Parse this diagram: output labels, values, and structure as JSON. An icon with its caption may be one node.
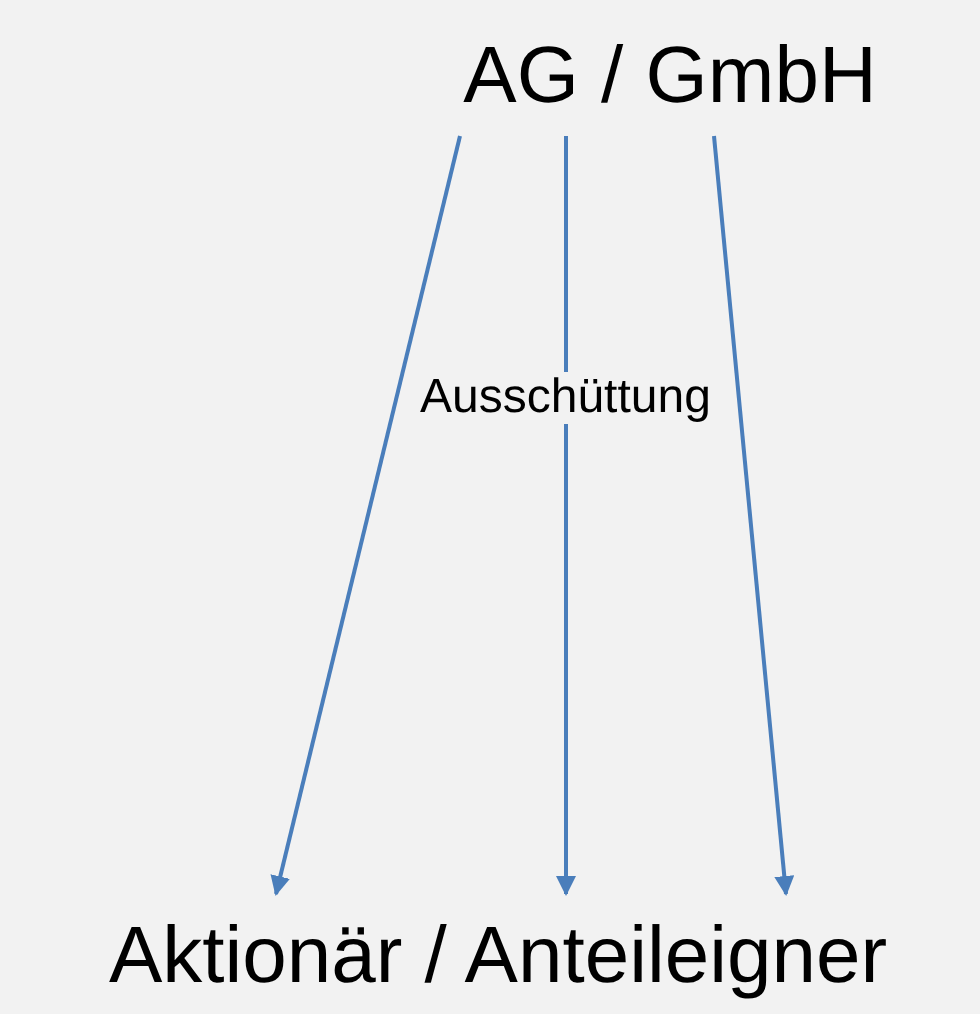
{
  "diagram": {
    "nodes": [
      {
        "text": [
          "AG / GmbH"
        ]
      },
      {
        "text": [
          "Aktionär / Anteileigner"
        ]
      }
    ],
    "edges": [
      {
        "from": 0,
        "to": 1,
        "arrow": "to"
      },
      {
        "from": 0,
        "to": 1,
        "arrow": "to",
        "label": "Ausschüttung"
      },
      {
        "from": 0,
        "to": 1,
        "arrow": "to"
      }
    ]
  }
}
